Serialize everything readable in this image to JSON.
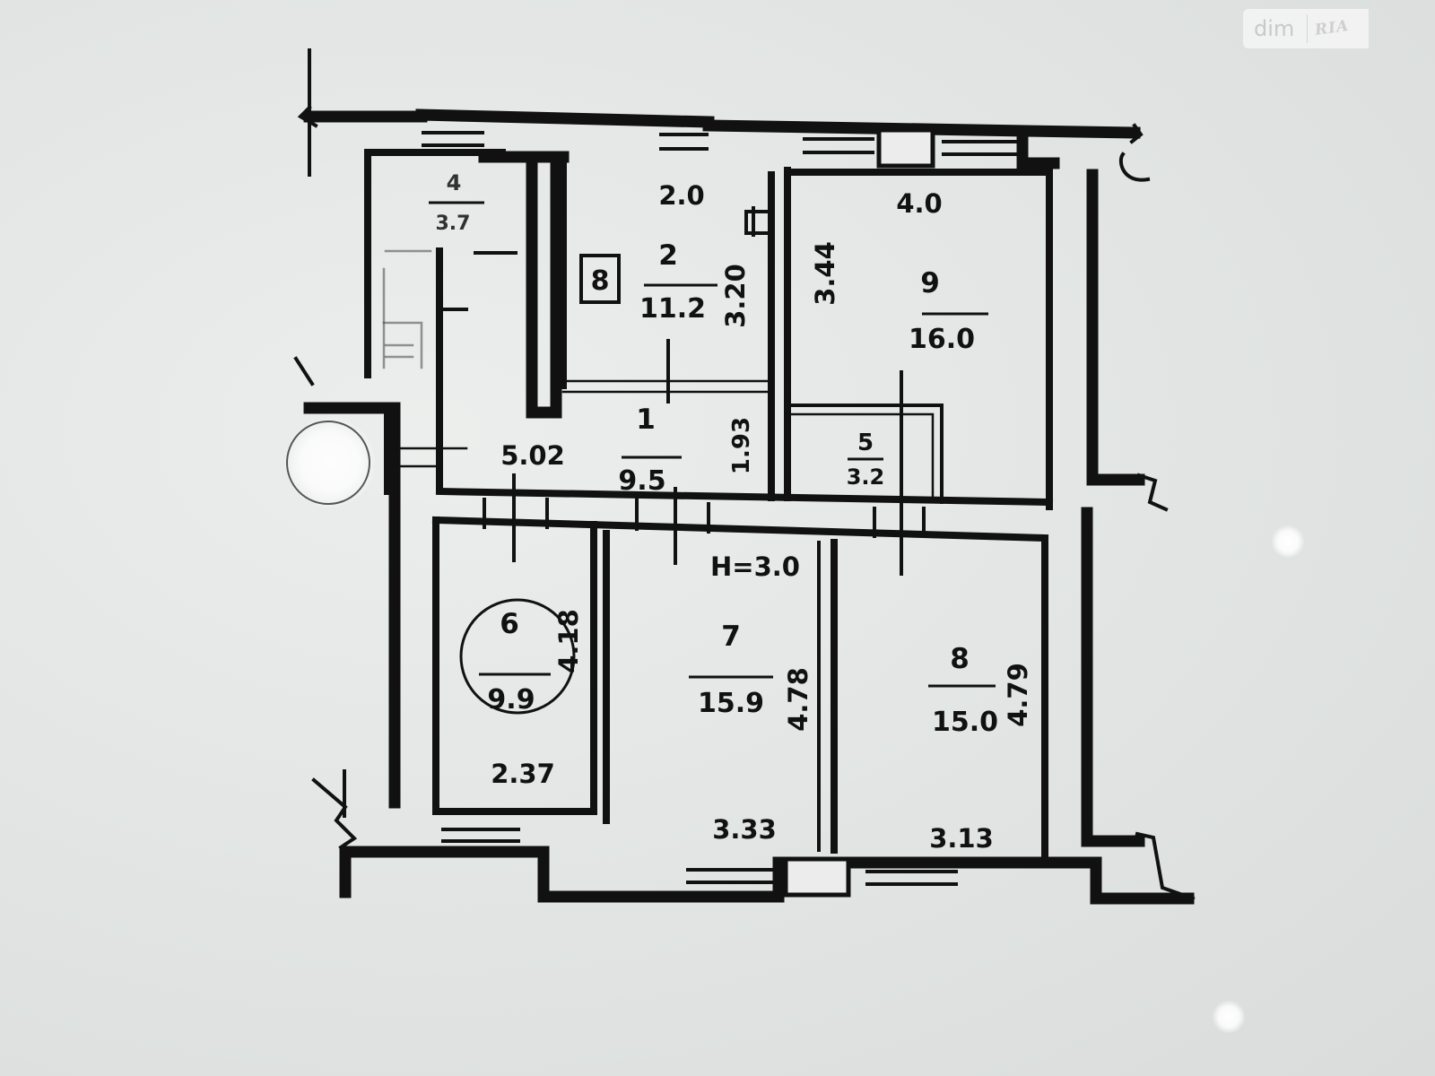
{
  "watermark": {
    "brand_left": "dim",
    "brand_right": "RIA"
  },
  "plan": {
    "ceiling_height": "H=3.0",
    "rooms": [
      {
        "id": "1",
        "area": "9.5",
        "dims": [
          "5.02",
          "1.93"
        ]
      },
      {
        "id": "2",
        "area": "11.2",
        "dims": [
          "2.0",
          "3.20"
        ]
      },
      {
        "id": "4",
        "area": "3.7",
        "dims": []
      },
      {
        "id": "5",
        "area": "3.2",
        "dims": []
      },
      {
        "id": "6",
        "area": "9.9",
        "dims": [
          "2.37",
          "4.18"
        ]
      },
      {
        "id": "7",
        "area": "15.9",
        "dims": [
          "3.33",
          "4.78"
        ]
      },
      {
        "id": "8",
        "area": "15.0",
        "dims": [
          "3.13",
          "4.79"
        ]
      },
      {
        "id": "9",
        "area": "16.0",
        "dims": [
          "4.0",
          "3.44"
        ]
      }
    ],
    "stove_symbol": "8",
    "colors": {
      "wall": "#111111",
      "paper": "#e6e8e7"
    }
  }
}
